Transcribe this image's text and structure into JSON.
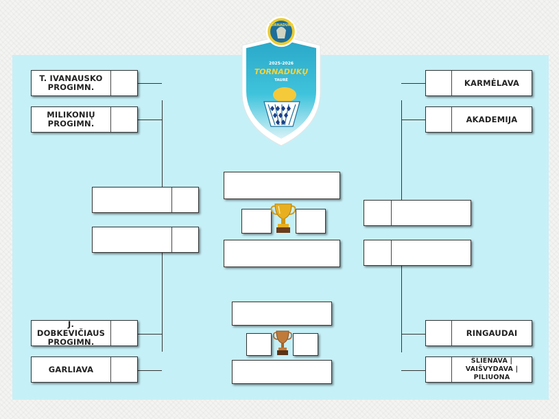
{
  "logo": {
    "top_text": "TORNADUKŲ",
    "season": "2025-2026",
    "title": "TORNADUKŲ",
    "subtitle": "TAURĖ"
  },
  "bracket": {
    "left_teams": [
      {
        "name": "T. IVANAUSKO\nPROGIMN."
      },
      {
        "name": "MILIKONIŲ\nPROGIMN."
      },
      {
        "name": "J. DOBKEVIČIAUS\nPROGIMN."
      },
      {
        "name": "GARLIAVA"
      }
    ],
    "right_teams": [
      {
        "name": "KARMĖLAVA"
      },
      {
        "name": "AKADEMIJA"
      },
      {
        "name": "RINGAUDAI"
      },
      {
        "name": "ŠLIENAVA |\nVAIŠVYDAVA | PILIUONA"
      }
    ]
  },
  "icons": {
    "final_trophy": "gold-trophy-icon",
    "third_place_trophy": "bronze-trophy-icon"
  },
  "colors": {
    "panel": "#c6f0f7",
    "gold": "#e8b020",
    "bronze": "#c07a3a"
  }
}
